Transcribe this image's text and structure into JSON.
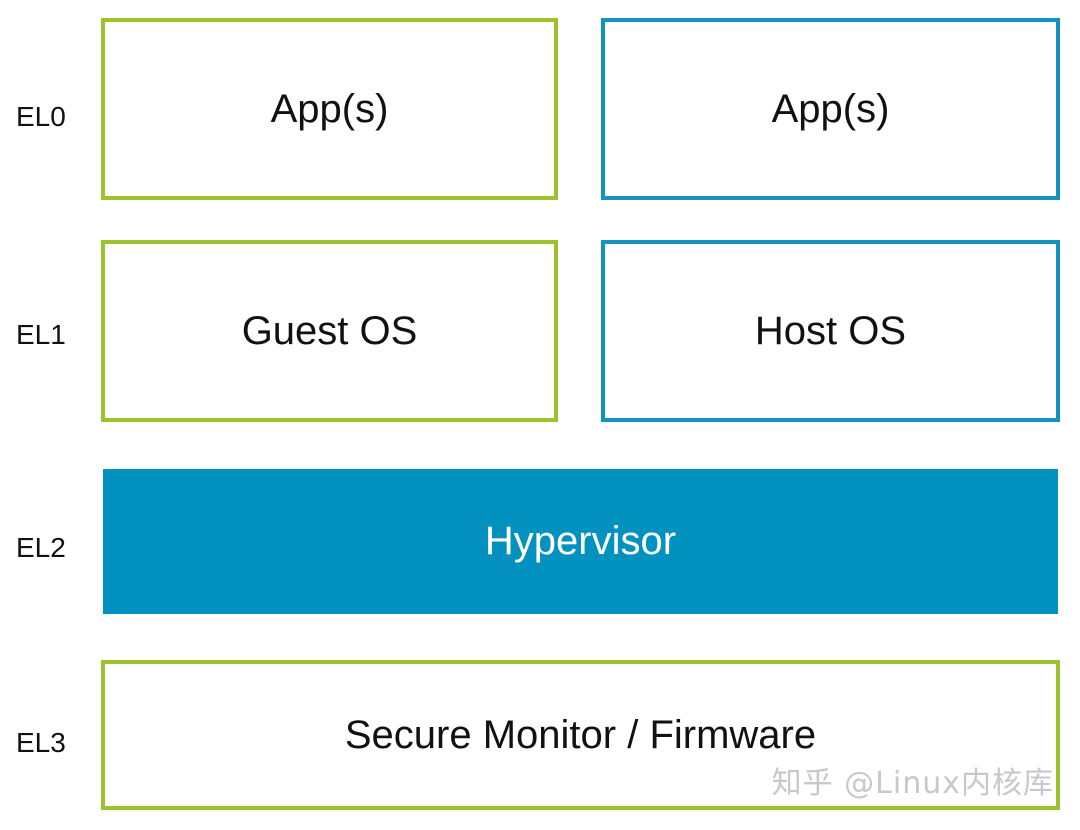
{
  "levels": [
    {
      "label": "EL0"
    },
    {
      "label": "EL1"
    },
    {
      "label": "EL2"
    },
    {
      "label": "EL3"
    }
  ],
  "boxes": {
    "guest_app": {
      "text": "App(s)",
      "border_color": "#9dc32c"
    },
    "host_app": {
      "text": "App(s)",
      "border_color": "#1493bf"
    },
    "guest_os": {
      "text": "Guest OS",
      "border_color": "#9dc32c"
    },
    "host_os": {
      "text": "Host OS",
      "border_color": "#1493bf"
    },
    "hypervisor": {
      "text": "Hypervisor",
      "fill_color": "#0391bf"
    },
    "secure_monitor": {
      "text": "Secure Monitor / Firmware",
      "border_color": "#9dc32c"
    }
  },
  "watermark": "知乎 @Linux内核库"
}
